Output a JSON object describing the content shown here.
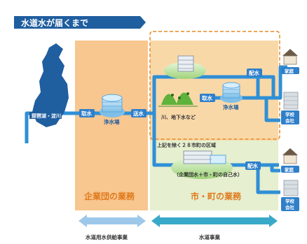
{
  "title": "水道水が届くまで",
  "regions": {
    "corporation": "企業団の業務",
    "municipal": "市・町の業務"
  },
  "source": {
    "lake": "琵琶湖・淀川",
    "river_groundwater": "川、地下水など"
  },
  "tags": {
    "intake_left": "取水",
    "transmission": "送水",
    "intake_river": "取水",
    "distribution_top": "配水",
    "distribution_bottom": "配水"
  },
  "plants": {
    "corporation_plant": "浄水場",
    "municipal_plant": "浄水場"
  },
  "excluded_area": "上記を除く２８市町の区域",
  "water_mix": "（企業団水＋市・町の自己水）",
  "buildings": {
    "home_top": "家庭",
    "school_top_1": "学校",
    "school_top_2": "会社",
    "home_bottom": "家庭",
    "school_bottom_1": "学校",
    "school_bottom_2": "会社"
  },
  "bottom": {
    "bulk_supply": "水道用水供給事業",
    "waterworks": "水道事業"
  },
  "colors": {
    "pipe": "#2f8fd6",
    "title_bg": "#1f5e9f",
    "orange_region": "#f8c68f",
    "green_region": "#e6efcf",
    "dashed_orange": "#e68a25",
    "arrow_light": "#9ec8ea",
    "arrow_teal": "#3aa8c8",
    "hill": "#5fb23a",
    "tag_bg": "#2f7fc9"
  }
}
